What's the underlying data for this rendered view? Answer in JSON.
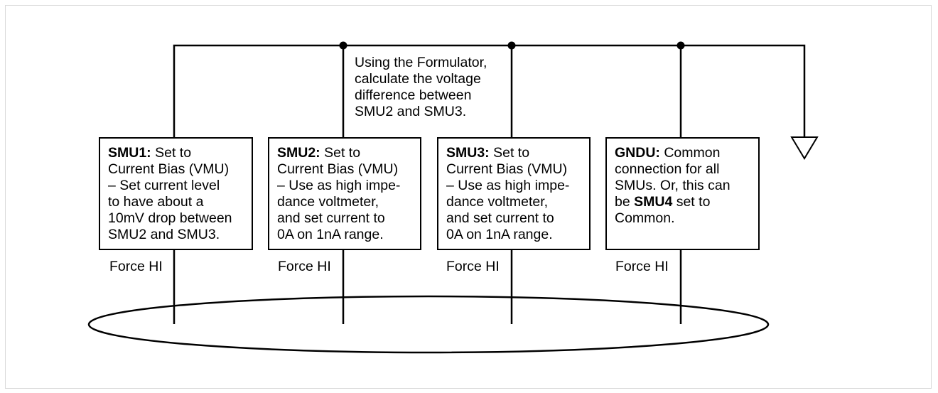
{
  "diagram": {
    "type": "circuit-connection-diagram",
    "note": {
      "lines": [
        "Using the Formulator,",
        "calculate the voltage",
        "difference between",
        "SMU2 and SMU3."
      ]
    },
    "instruments": [
      {
        "id": "smu1",
        "name": "SMU1:",
        "lines": [
          " Set to",
          "Current Bias (VMU)",
          "– Set current level",
          "to have about a",
          "10mV drop between",
          "SMU2 and SMU3."
        ],
        "terminal_label": "Force HI",
        "junction_dot": false
      },
      {
        "id": "smu2",
        "name": "SMU2:",
        "lines": [
          " Set to",
          "Current Bias (VMU)",
          "– Use as high impe-",
          "dance voltmeter,",
          "and set current to",
          "0A on 1nA range."
        ],
        "terminal_label": "Force HI",
        "junction_dot": true
      },
      {
        "id": "smu3",
        "name": "SMU3:",
        "lines": [
          " Set to",
          "Current Bias (VMU)",
          "– Use as high impe-",
          "dance voltmeter,",
          "and set current to",
          "0A on 1nA range."
        ],
        "terminal_label": "Force HI",
        "junction_dot": true
      },
      {
        "id": "gndu",
        "name": "GNDU:",
        "lines": [
          " Common",
          "connection for all",
          "SMUs. Or, this can",
          "be |SMU4| set to",
          "Common."
        ],
        "terminal_label": "Force HI",
        "junction_dot": true
      }
    ],
    "ground_symbol": "ground-icon",
    "device_outline": "ellipse"
  }
}
